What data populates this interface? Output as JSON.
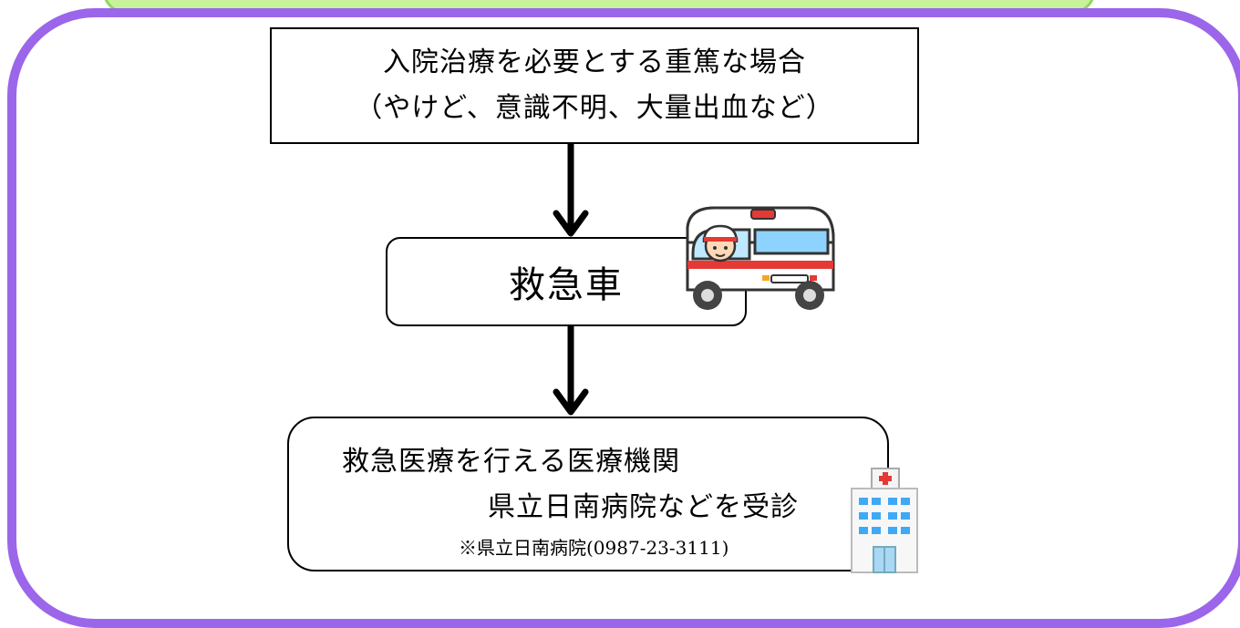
{
  "flow": {
    "condition": {
      "line1": "入院治療を必要とする重篤な場合",
      "line2": "（やけど、意識不明、大量出血など）"
    },
    "ambulance": {
      "label": "救急車"
    },
    "hospital": {
      "line1": "救急医療を行える医療機関",
      "line2": "県立日南病院などを受診",
      "note": "※県立日南病院(0987-23-3111)"
    }
  },
  "icons": {
    "ambulance": "ambulance-icon",
    "hospital": "hospital-building-icon",
    "arrow": "arrow-down-icon"
  },
  "colors": {
    "frame": "#9b66ea",
    "top_band": "#c7f29a",
    "ambulance_stripe": "#e53935",
    "hospital_window": "#3fa9f5"
  }
}
